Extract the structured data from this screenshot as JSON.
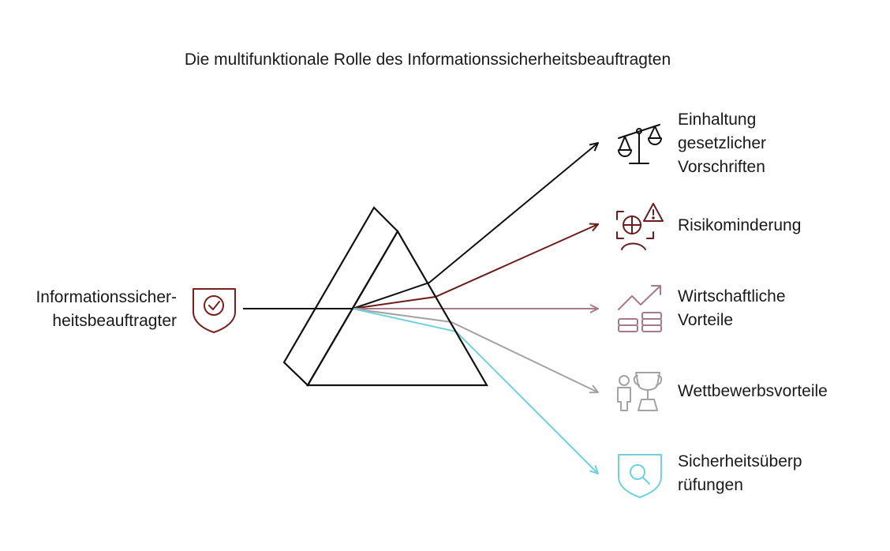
{
  "title": "Die multifunktionale Rolle des Informationssicherheitsbeauftragten",
  "source": {
    "label": "Informationssicher-\nheitsbeauftragter",
    "icon": "shield-check-icon",
    "color": "#7a1f1f"
  },
  "outputs": [
    {
      "label": "Einhaltung\ngesetzlicher\nVorschriften",
      "icon": "scales-icon",
      "color": "#111111"
    },
    {
      "label": "Risikominderung",
      "icon": "risk-assessment-icon",
      "color": "#6b1c1c"
    },
    {
      "label": "Wirtschaftliche\nVorteile",
      "icon": "growth-coins-icon",
      "color": "#a87a87"
    },
    {
      "label": "Wettbewerbsvorteile",
      "icon": "person-trophy-icon",
      "color": "#a3a3a3"
    },
    {
      "label": "Sicherheitsüberp\nrüfungen",
      "icon": "shield-search-icon",
      "color": "#6fd1e0"
    }
  ]
}
